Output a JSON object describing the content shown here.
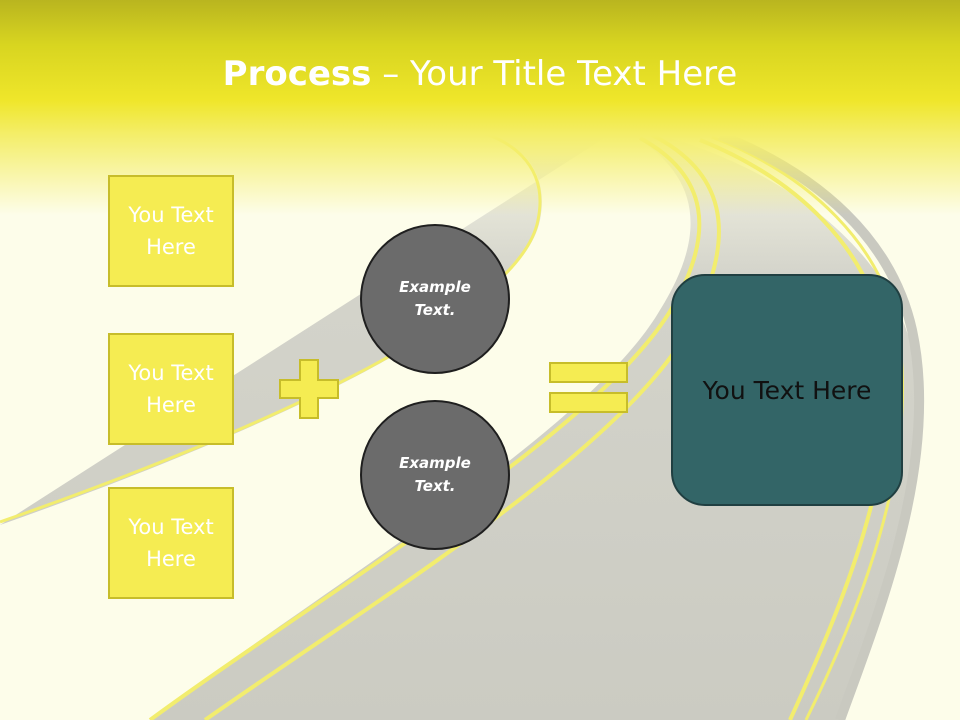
{
  "slide": {
    "title_bold": "Process",
    "title_dash": " – ",
    "title_rest": "Your Title Text Here"
  },
  "inputs": [
    {
      "label": "You Text Here"
    },
    {
      "label": "You Text Here"
    },
    {
      "label": "You Text Here"
    }
  ],
  "operands": [
    {
      "label": "Example Text."
    },
    {
      "label": "Example Text."
    }
  ],
  "result": {
    "label": "You Text Here"
  },
  "colors": {
    "header_yellow": "#efe62a",
    "box_yellow": "#f5ec52",
    "circle_gray": "#6b6b6b",
    "result_teal": "#336567",
    "road_gray": "#cfcfc7",
    "road_line": "#f2ed6e"
  },
  "icons": {
    "plus": "plus-icon",
    "equals": "equals-icon"
  }
}
